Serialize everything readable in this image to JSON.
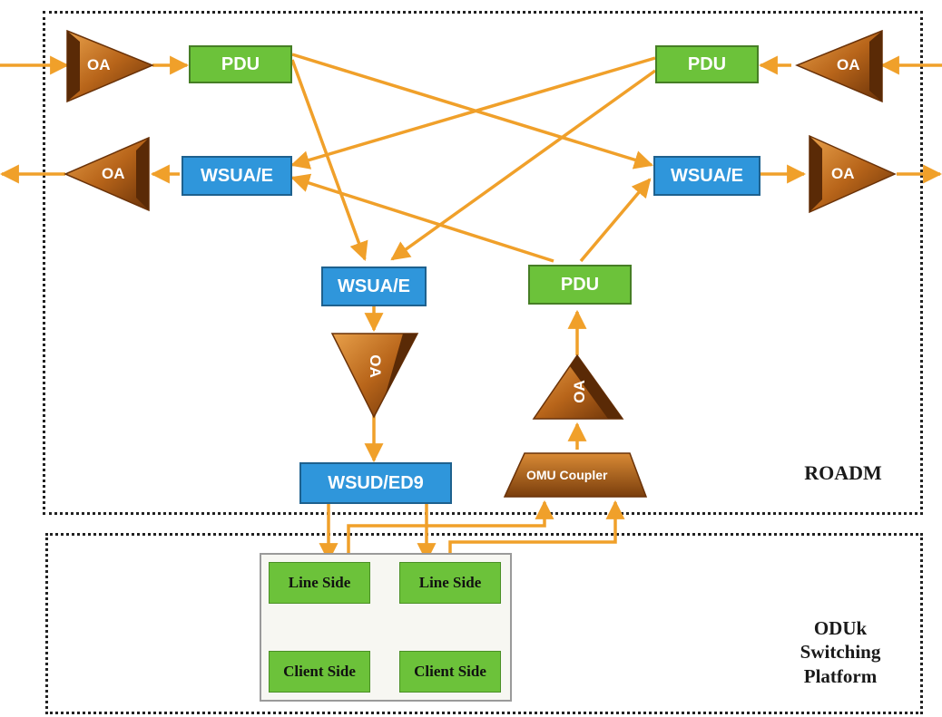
{
  "zones": {
    "roadm_label": "ROADM",
    "odu_label_lines": [
      "ODUk",
      "Switching",
      "Platform"
    ]
  },
  "amplifiers": {
    "label": "OA",
    "count": 6
  },
  "pdu_label": "PDU",
  "wsua_label": "WSUA/E",
  "wsud_label": "WSUD/ED9",
  "omu_label": "OMU Coupler",
  "line_side_label": "Line Side",
  "client_side_label": "Client Side",
  "colors": {
    "pdu_green": "#6cc23a",
    "wsu_blue": "#2f96db",
    "arrow_orange": "#f0a02a",
    "amp_brown": "#b8651a"
  }
}
